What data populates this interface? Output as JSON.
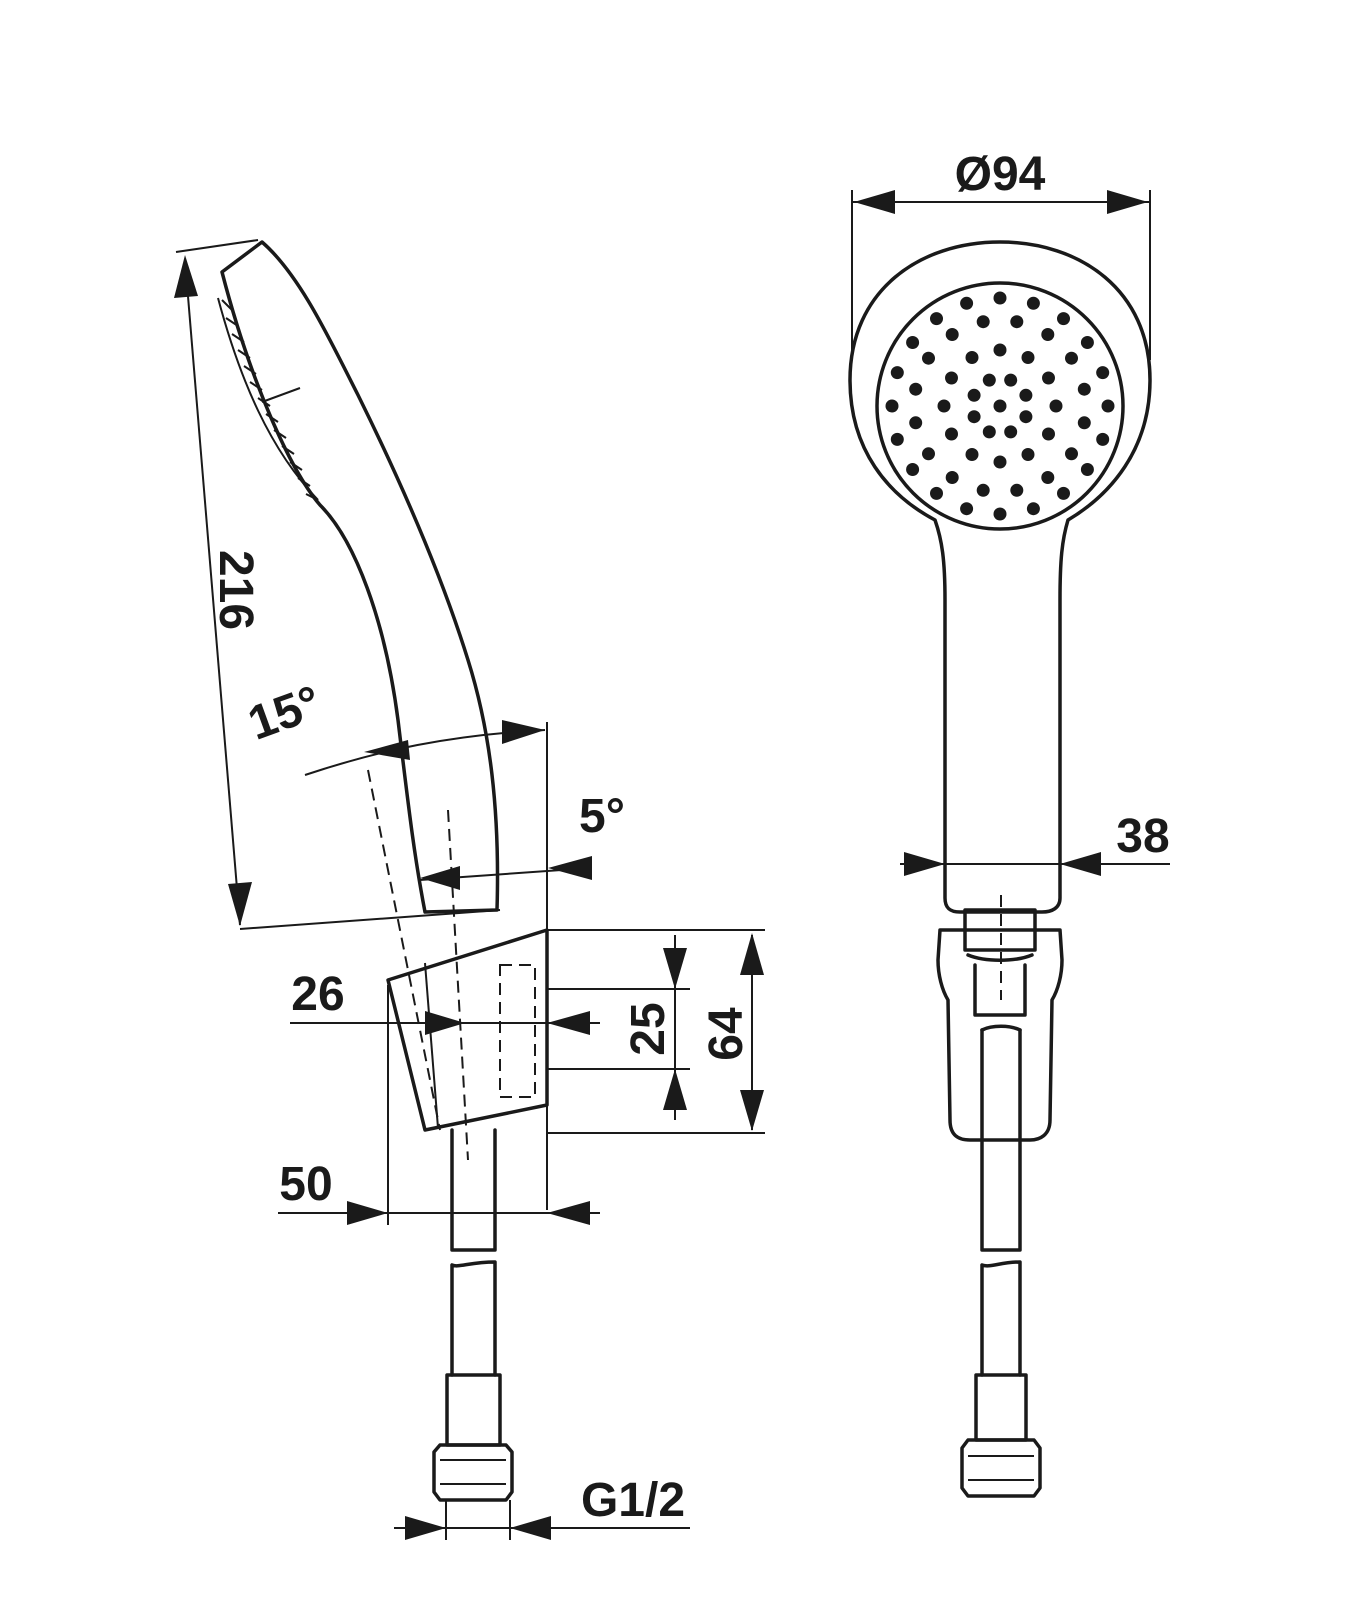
{
  "dimensions": {
    "head_diameter": "Ø94",
    "handle_width": "38",
    "overall_length": "216",
    "tilt_angle_max": "15°",
    "tilt_angle_min": "5°",
    "holder_offset": "26",
    "hole_spacing": "25",
    "holder_height": "64",
    "holder_depth": "50",
    "thread_size": "G1/2"
  }
}
